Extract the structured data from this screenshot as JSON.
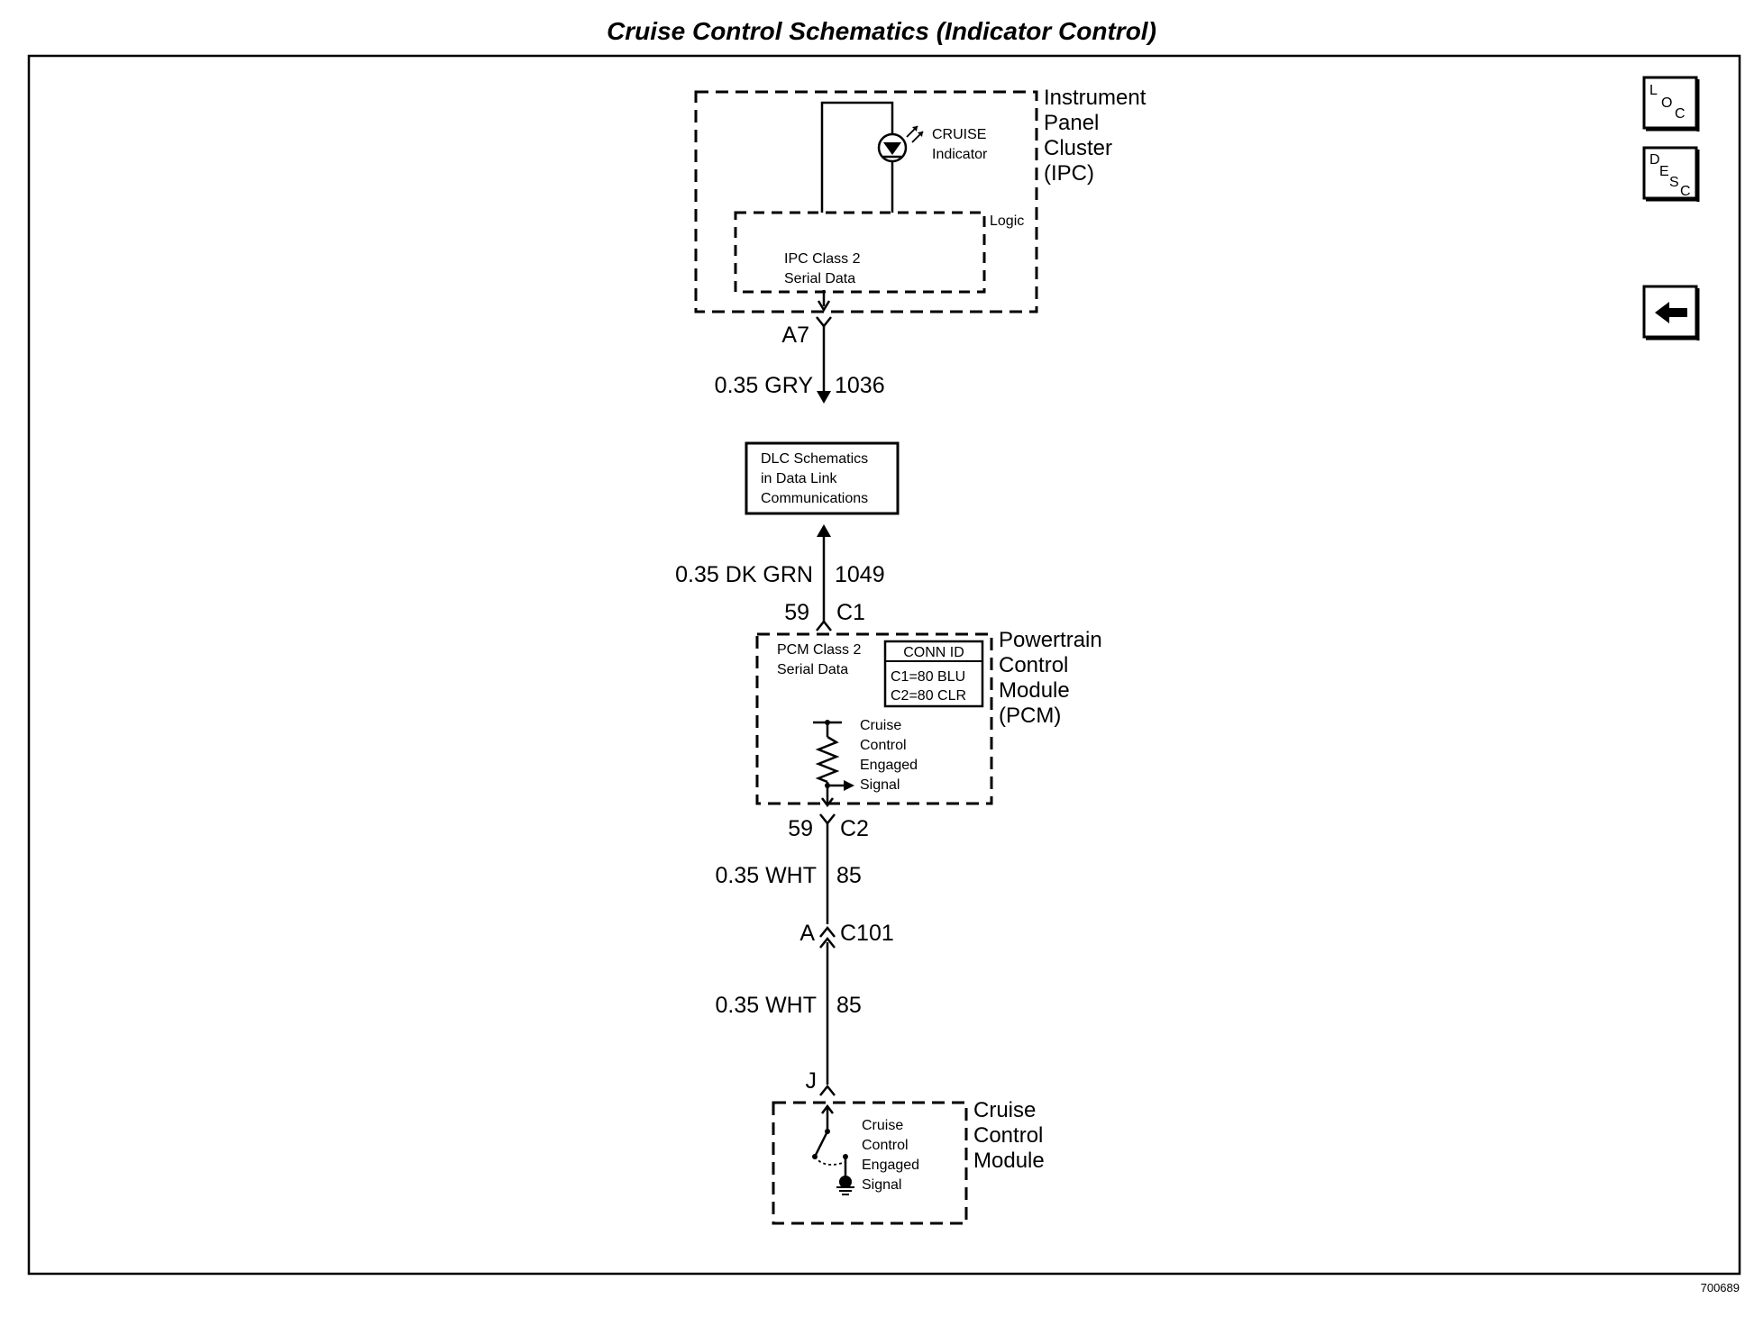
{
  "title": "Cruise Control Schematics (Indicator Control)",
  "figure_id": "700689",
  "nav": {
    "loc": {
      "l": "L",
      "o": "O",
      "c": "C"
    },
    "desc": {
      "d": "D",
      "e": "E",
      "s": "S",
      "c": "C"
    }
  },
  "ipc": {
    "name_lines": [
      "Instrument",
      "Panel",
      "Cluster",
      "(IPC)"
    ],
    "indicator_lines": [
      "CRUISE",
      "Indicator"
    ],
    "logic_label": "Logic",
    "serial_lines": [
      "IPC Class 2",
      "Serial Data"
    ],
    "terminal": "A7"
  },
  "wire_gry": {
    "label": "0.35 GRY",
    "circuit": "1036"
  },
  "dlc": {
    "lines": [
      "DLC Schematics",
      "in Data Link",
      "Communications"
    ]
  },
  "wire_dkgrn": {
    "label": "0.35 DK GRN",
    "circuit": "1049"
  },
  "pcm": {
    "c1_pin": "59",
    "c1_conn": "C1",
    "name_lines": [
      "Powertrain",
      "Control",
      "Module",
      "(PCM)"
    ],
    "serial_lines": [
      "PCM Class 2",
      "Serial Data"
    ],
    "conn_id_title": "CONN ID",
    "conn_id_rows": [
      "C1=80 BLU",
      "C2=80 CLR"
    ],
    "signal_lines": [
      "Cruise",
      "Control",
      "Engaged",
      "Signal"
    ],
    "c2_pin": "59",
    "c2_conn": "C2"
  },
  "wire_wht1": {
    "label": "0.35 WHT",
    "circuit": "85"
  },
  "inline": {
    "pin": "A",
    "conn": "C101"
  },
  "wire_wht2": {
    "label": "0.35 WHT",
    "circuit": "85"
  },
  "ccm": {
    "terminal": "J",
    "name_lines": [
      "Cruise",
      "Control",
      "Module"
    ],
    "signal_lines": [
      "Cruise",
      "Control",
      "Engaged",
      "Signal"
    ]
  }
}
